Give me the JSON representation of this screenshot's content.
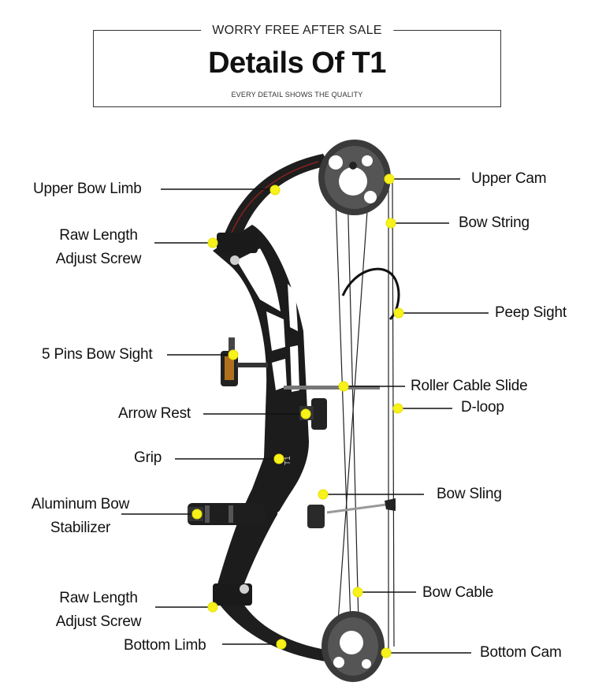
{
  "header": {
    "top_text": "WORRY FREE AFTER SALE",
    "title": "Details Of T1",
    "subtitle": "EVERY DETAIL SHOWS THE QUALITY"
  },
  "colors": {
    "marker": "#f6f21a",
    "bow": "#1e1e1e",
    "line": "#111111"
  },
  "labels": {
    "upper_bow_limb": "Upper Bow Limb",
    "raw_length_top_1": "Raw Length",
    "raw_length_top_2": "Adjust Screw",
    "five_pins_sight": "5 Pins Bow Sight",
    "arrow_rest": "Arrow Rest",
    "grip": "Grip",
    "stabilizer_1": "Aluminum Bow",
    "stabilizer_2": "Stabilizer",
    "raw_length_bottom_1": "Raw Length",
    "raw_length_bottom_2": "Adjust Screw",
    "bottom_limb": "Bottom Limb",
    "upper_cam": "Upper Cam",
    "bow_string": "Bow String",
    "peep_sight": "Peep Sight",
    "roller_cable_slide": "Roller Cable Slide",
    "d_loop": "D-loop",
    "bow_sling": "Bow Sling",
    "bow_cable": "Bow Cable",
    "bottom_cam": "Bottom Cam"
  },
  "riser_mark": "T1"
}
